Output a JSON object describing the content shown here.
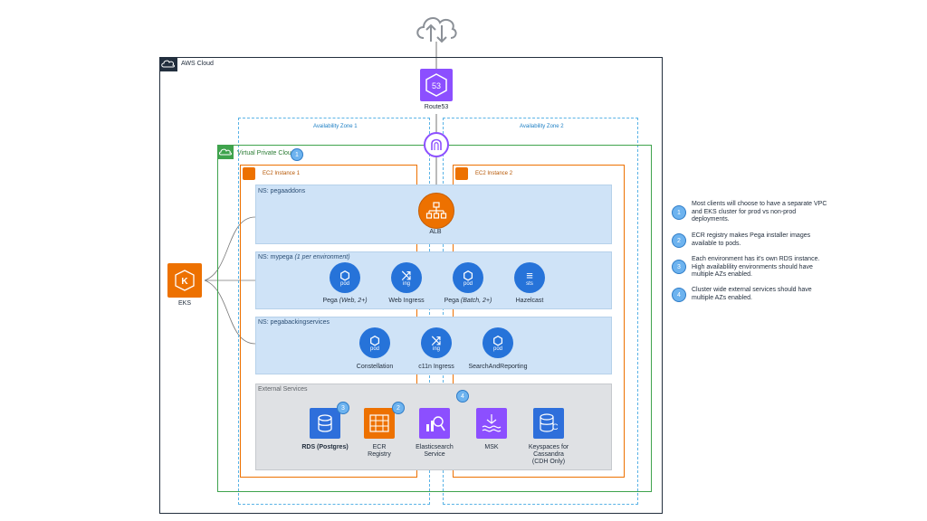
{
  "internet": {
    "icon": "cloud-upload-download-icon"
  },
  "aws_cloud": {
    "label": "AWS Cloud"
  },
  "route53": {
    "label": "Route53",
    "icon_text": "53"
  },
  "availability_zones": [
    {
      "label": "Availability Zone 1"
    },
    {
      "label": "Availability Zone 2"
    }
  ],
  "vpc": {
    "label": "Virtual Private Cloud",
    "badge": "1"
  },
  "ec2": [
    {
      "label": "EC2 Instance 1"
    },
    {
      "label": "EC2 Instance 2"
    }
  ],
  "eks": {
    "label": "EKS"
  },
  "namespaces": {
    "addons": {
      "label": "NS: pegaaddons",
      "alb_label": "ALB"
    },
    "mypega": {
      "label_main": "NS: mypega ",
      "label_italic": "(1 per environment)",
      "items": [
        {
          "caption_main": "Pega ",
          "caption_italic": "(Web, 2+)",
          "tag": "pod"
        },
        {
          "caption_main": "Web Ingress",
          "caption_italic": "",
          "tag": "ing"
        },
        {
          "caption_main": "Pega ",
          "caption_italic": "(Batch, 2+)",
          "tag": "pod"
        },
        {
          "caption_main": "Hazelcast",
          "caption_italic": "",
          "tag": "sts"
        }
      ]
    },
    "backing": {
      "label": "NS: pegabackingservices",
      "items": [
        {
          "caption": "Constellation",
          "tag": "pod"
        },
        {
          "caption": "c11n Ingress",
          "tag": "ing"
        },
        {
          "caption": "SearchAndReporting",
          "tag": "pod"
        }
      ]
    }
  },
  "external": {
    "label": "External Services",
    "bracket_badge": "4",
    "items": [
      {
        "caption": "RDS (Postgres)",
        "badge": "3",
        "color": "#2e6fdb"
      },
      {
        "caption": "ECR\nRegistry",
        "badge": "2",
        "color": "#ed7100"
      },
      {
        "caption": "Elasticsearch\nService",
        "badge": "",
        "color": "#8c4fff"
      },
      {
        "caption": "MSK",
        "badge": "",
        "color": "#8c4fff"
      },
      {
        "caption": "Keyspaces for\nCassandra\n(CDH Only)",
        "badge": "",
        "color": "#2e6fdb"
      }
    ]
  },
  "legend": [
    {
      "num": "1",
      "text": "Most clients will choose to have a separate VPC and EKS cluster for prod vs non-prod deployments."
    },
    {
      "num": "2",
      "text": "ECR registry makes Pega installer images available to pods."
    },
    {
      "num": "3",
      "text": "Each environment has it's own RDS instance. High availablility environments should have multiple AZs enabled."
    },
    {
      "num": "4",
      "text": "Cluster wide external services should have multiple AZs enabled."
    }
  ],
  "colors": {
    "vpc": "#3fa34d",
    "ec2": "#ed7100",
    "az": "#5ab3e6",
    "namespace": "#cfe3f7",
    "k8s": "#2673d9",
    "route53": "#8c4fff"
  }
}
